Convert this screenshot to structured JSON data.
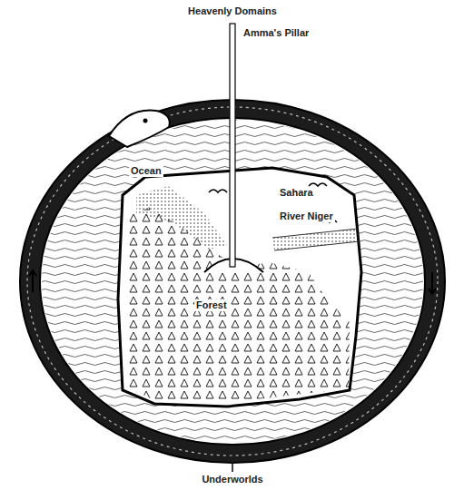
{
  "diagram": {
    "labels": [
      "Heavenly Domains",
      "Amma's Pillar",
      "Ocean",
      "Sahara",
      "River Niger",
      "Forest",
      "Underworlds"
    ]
  }
}
